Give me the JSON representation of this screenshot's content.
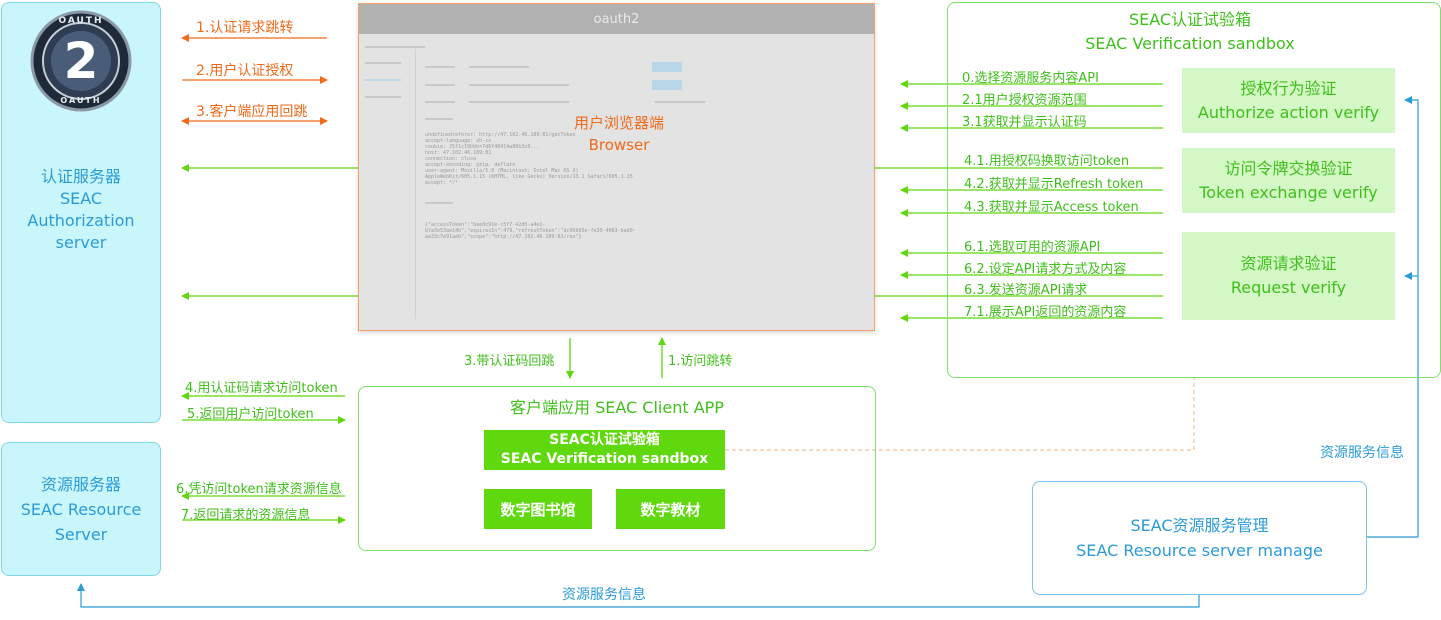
{
  "auth_server": {
    "title_cn": "认证服务器",
    "title_en1": "SEAC",
    "title_en2": "Authorization",
    "title_en3": "server"
  },
  "oauth_logo": {
    "top_text": "OAUTH",
    "number": "2",
    "bottom_text": "OAUTH"
  },
  "resource_server": {
    "title_cn": "资源服务器",
    "title_en1": "SEAC Resource",
    "title_en2": "Server"
  },
  "browser": {
    "window_title": "oauth2",
    "label_cn": "用户浏览器端",
    "label_en": "Browser"
  },
  "orange_flows": [
    "1.认证请求跳转",
    "2.用户认证授权",
    "3.客户端应用回跳"
  ],
  "browser_client_flows": {
    "back": "3.带认证码回跳",
    "forward": "1.访问跳转"
  },
  "client_app": {
    "title": "客户端应用  SEAC Client APP",
    "sandbox_cn": "SEAC认证试验箱",
    "sandbox_en": "SEAC Verification sandbox",
    "library": "数字图书馆",
    "textbook": "数字教材"
  },
  "client_auth_flows": [
    "4.用认证码请求访问token",
    "5.返回用户访问token"
  ],
  "client_resource_flows": [
    "6.凭访问token请求资源信息",
    "7.返回请求的资源信息"
  ],
  "sandbox_panel": {
    "title_cn": "SEAC认证试验箱",
    "title_en": "SEAC Verification sandbox",
    "sections": [
      {
        "cn": "授权行为验证",
        "en": "Authorize action verify"
      },
      {
        "cn": "访问令牌交换验证",
        "en": "Token exchange verify"
      },
      {
        "cn": "资源请求验证",
        "en": "Request verify"
      }
    ],
    "steps": [
      "0.选择资源服务内容API",
      "2.1用户授权资源范围",
      "3.1获取并显示认证码",
      "4.1.用授权码换取访问token",
      "4.2.获取并显示Refresh token",
      "4.3.获取并显示Access token",
      "6.1.选取可用的资源API",
      "6.2.设定API请求方式及内容",
      "6.3.发送资源API请求",
      "7.1.展示API返回的资源内容"
    ]
  },
  "resource_manage": {
    "cn": "SEAC资源服务管理",
    "en": "SEAC Resource server manage"
  },
  "resource_info_right": "资源服务信息",
  "resource_info_bottom": "资源服务信息",
  "colors": {
    "cyan_box": "#c9f6fb",
    "green": "#5fd80e",
    "green_text": "#3fbf1a",
    "orange": "#f06a1a",
    "blue": "#2b9bd8"
  }
}
